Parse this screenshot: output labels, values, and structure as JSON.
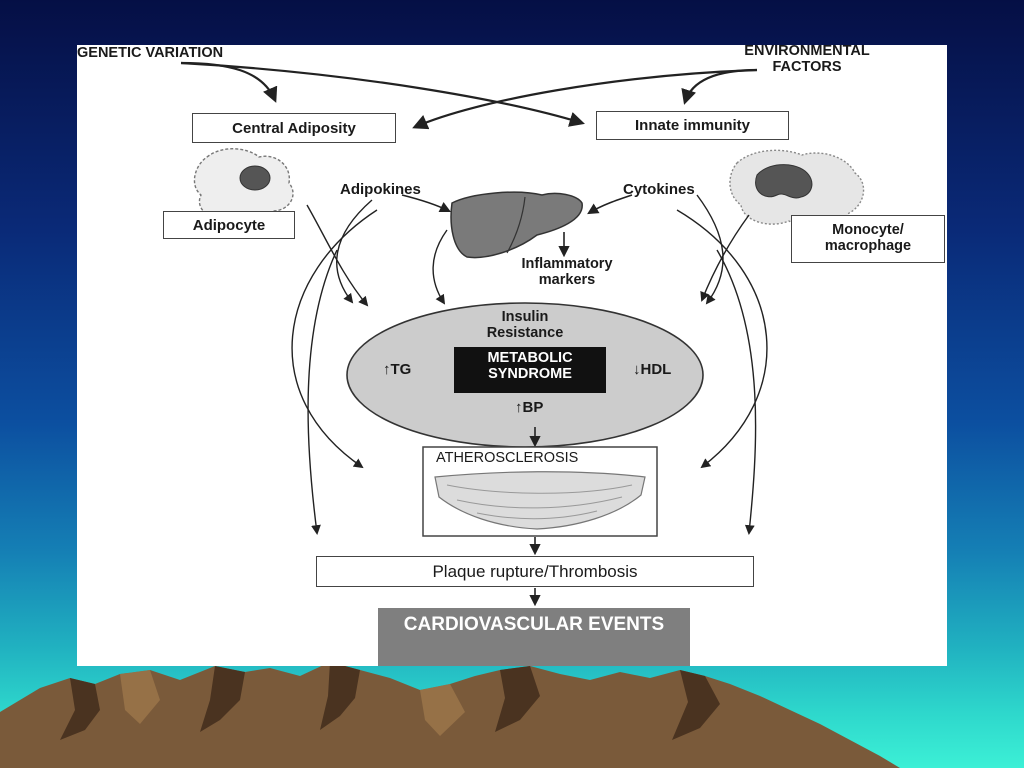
{
  "slide": {
    "background": {
      "top": "#050f45",
      "bottom": "#3cf0d6"
    },
    "mountain_colors": {
      "base": "#7a5a3a",
      "shadow": "#4a3320",
      "highlight": "#a88050"
    }
  },
  "diagram": {
    "genetic_variation": "GENETIC VARIATION",
    "environmental_factors": "ENVIRONMENTAL FACTORS",
    "central_adiposity": "Central Adiposity",
    "innate_immunity": "Innate immunity",
    "adipocyte": "Adipocyte",
    "adipokines": "Adipokines",
    "cytokines": "Cytokines",
    "monocyte_macrophage": "Monocyte/ macrophage",
    "inflammatory_markers": "Inflammatory markers",
    "insulin_resistance": "Insulin Resistance",
    "metabolic_syndrome": "METABOLIC SYNDROME",
    "tg": "↑TG",
    "hdl": "↓HDL",
    "bp": "↑BP",
    "atherosclerosis": "ATHEROSCLEROSIS",
    "plaque_rupture": "Plaque rupture/Thrombosis",
    "cardiovascular_events": "CARDIOVASCULAR EVENTS"
  }
}
